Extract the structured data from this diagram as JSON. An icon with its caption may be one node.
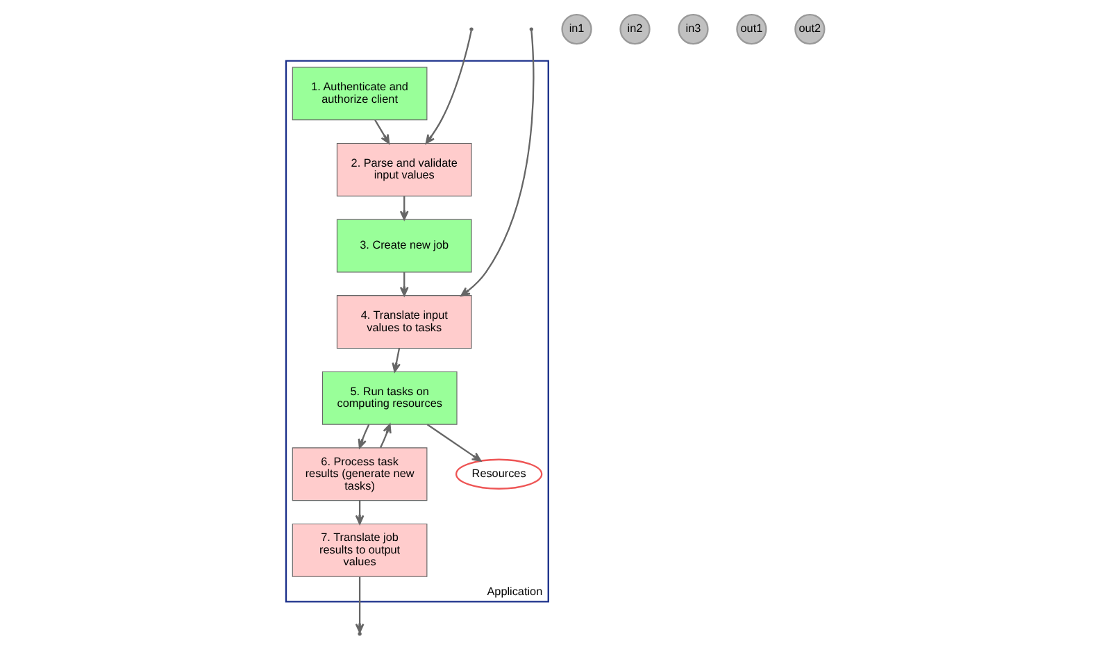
{
  "diagram": {
    "nodes": [
      {
        "text": [
          "Application"
        ]
      },
      {
        "text": [
          "in1"
        ]
      },
      {
        "text": [
          "in2"
        ]
      },
      {
        "text": [
          "in3"
        ]
      },
      {
        "text": [
          "out1"
        ]
      },
      {
        "text": [
          "out2"
        ]
      },
      {
        "text": [
          "1. Authenticate and authorize client"
        ],
        "in": 0
      },
      {
        "text": [
          "2. Parse and validate input values"
        ],
        "in": 0
      },
      {
        "text": [
          "3. Create new job"
        ],
        "in": 0
      },
      {
        "text": [
          "4. Translate input values to tasks"
        ],
        "in": 0
      },
      {
        "text": [
          "5. Run tasks on computing resources"
        ],
        "in": 0
      },
      {
        "text": [
          "6. Process task results (generate new tasks)"
        ],
        "in": 0
      },
      {
        "text": [
          "7. Translate job results to output values"
        ],
        "in": 0
      },
      {
        "text": [
          "Resources"
        ],
        "in": 0
      }
    ],
    "edges": [
      {
        "from": null,
        "to": 7,
        "arrow": "to"
      },
      {
        "from": null,
        "to": 9,
        "arrow": "to"
      },
      {
        "from": 6,
        "to": 7,
        "arrow": "to"
      },
      {
        "from": 7,
        "to": 8,
        "arrow": "to"
      },
      {
        "from": 8,
        "to": 9,
        "arrow": "to"
      },
      {
        "from": 9,
        "to": 10,
        "arrow": "to"
      },
      {
        "from": 10,
        "to": 13,
        "arrow": "to"
      },
      {
        "from": 10,
        "to": 11,
        "arrow": "to"
      },
      {
        "from": 11,
        "to": 10,
        "arrow": "to"
      },
      {
        "from": 11,
        "to": 12,
        "arrow": "to"
      },
      {
        "from": 12,
        "to": null,
        "arrow": "to"
      }
    ]
  }
}
